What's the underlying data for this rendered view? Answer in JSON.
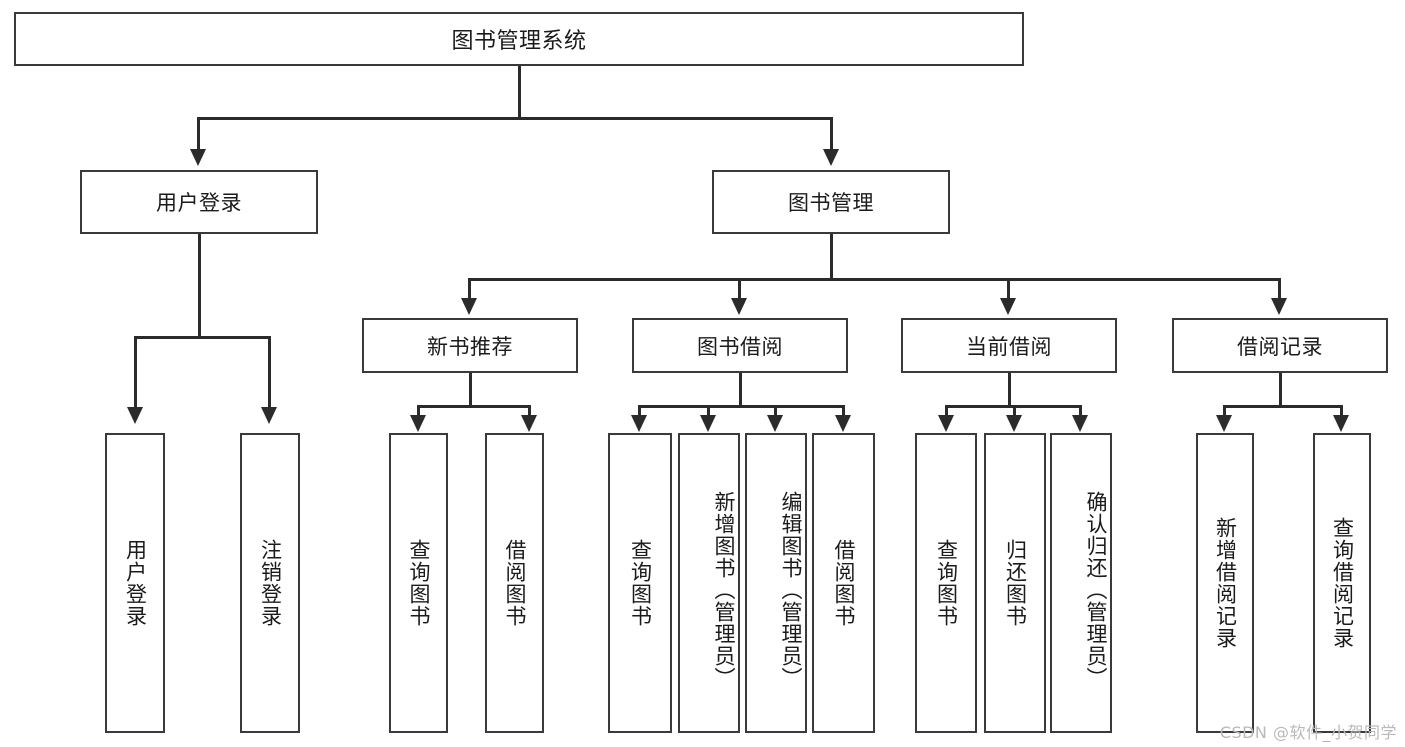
{
  "diagram": {
    "title": "图书管理系统",
    "type": "tree-hierarchy-diagram",
    "colors": {
      "box_border": "#3a3a3a",
      "edge": "#2b2b2b",
      "background": "#ffffff",
      "text": "#1b1b1b",
      "watermark": "#b9b9b9"
    },
    "root": {
      "label": "图书管理系统"
    },
    "level2": [
      {
        "label": "用户登录"
      },
      {
        "label": "图书管理"
      }
    ],
    "user_login_children": [
      {
        "label": "用户登录"
      },
      {
        "label": "注销登录"
      }
    ],
    "book_manage_children": [
      {
        "label": "新书推荐"
      },
      {
        "label": "图书借阅"
      },
      {
        "label": "当前借阅"
      },
      {
        "label": "借阅记录"
      }
    ],
    "new_book_children": [
      {
        "label": "查询图书"
      },
      {
        "label": "借阅图书"
      }
    ],
    "book_borrow_children": [
      {
        "label": "查询图书"
      },
      {
        "label": "新增图书（管理员）"
      },
      {
        "label": "编辑图书（管理员）"
      },
      {
        "label": "借阅图书"
      }
    ],
    "current_borrow_children": [
      {
        "label": "查询图书"
      },
      {
        "label": "归还图书"
      },
      {
        "label": "确认归还（管理员）"
      }
    ],
    "borrow_record_children": [
      {
        "label": "新增借阅记录"
      },
      {
        "label": "查询借阅记录"
      }
    ]
  },
  "watermark": {
    "text": "CSDN @软件_小贺同学"
  }
}
